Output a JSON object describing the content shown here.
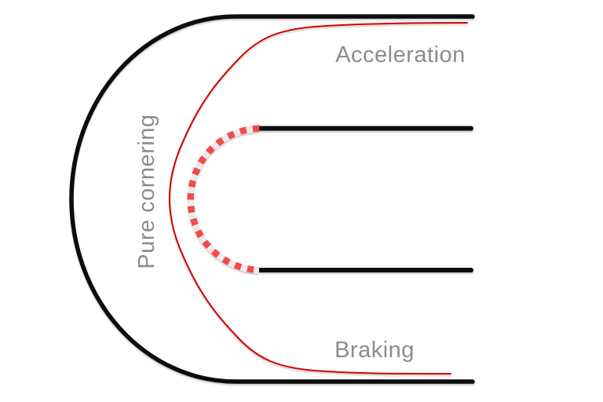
{
  "diagram": {
    "labels": {
      "acceleration": "Acceleration",
      "pure_cornering": "Pure cornering",
      "braking": "Braking"
    },
    "colors": {
      "background": "#ffffff",
      "track": "#0a0a0a",
      "racing_line": "#d40000",
      "curb_red": "#f24b4b",
      "curb_base": "#ebebeb",
      "label_text": "#8c8c8c"
    }
  }
}
